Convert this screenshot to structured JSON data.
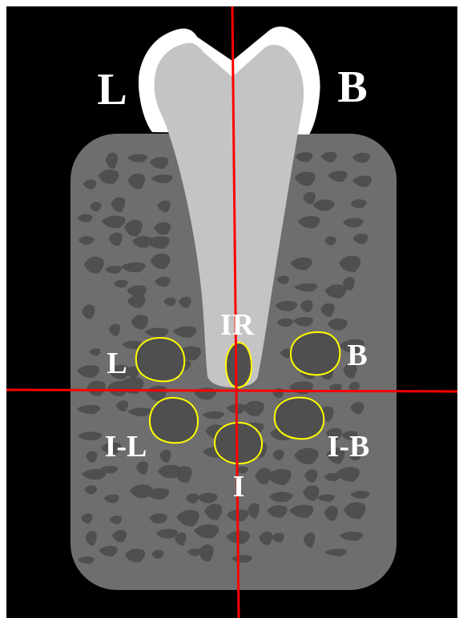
{
  "labels": {
    "crown_lingual": "L",
    "crown_buccal": "B",
    "root_site": "IR",
    "site_lingual": "L",
    "site_buccal": "B",
    "site_inferior_lingual": "I-L",
    "site_inferior_buccal": "I-B",
    "site_inferior": "I"
  },
  "colors": {
    "background": "#000000",
    "bone": "#6e6e6e",
    "trabecular_spaces": "#4f4f4f",
    "enamel": "#ffffff",
    "dentin": "#c4c4c4",
    "site_outline": "#ffff00",
    "reference_lines": "#ff0000",
    "text": "#ffffff"
  }
}
